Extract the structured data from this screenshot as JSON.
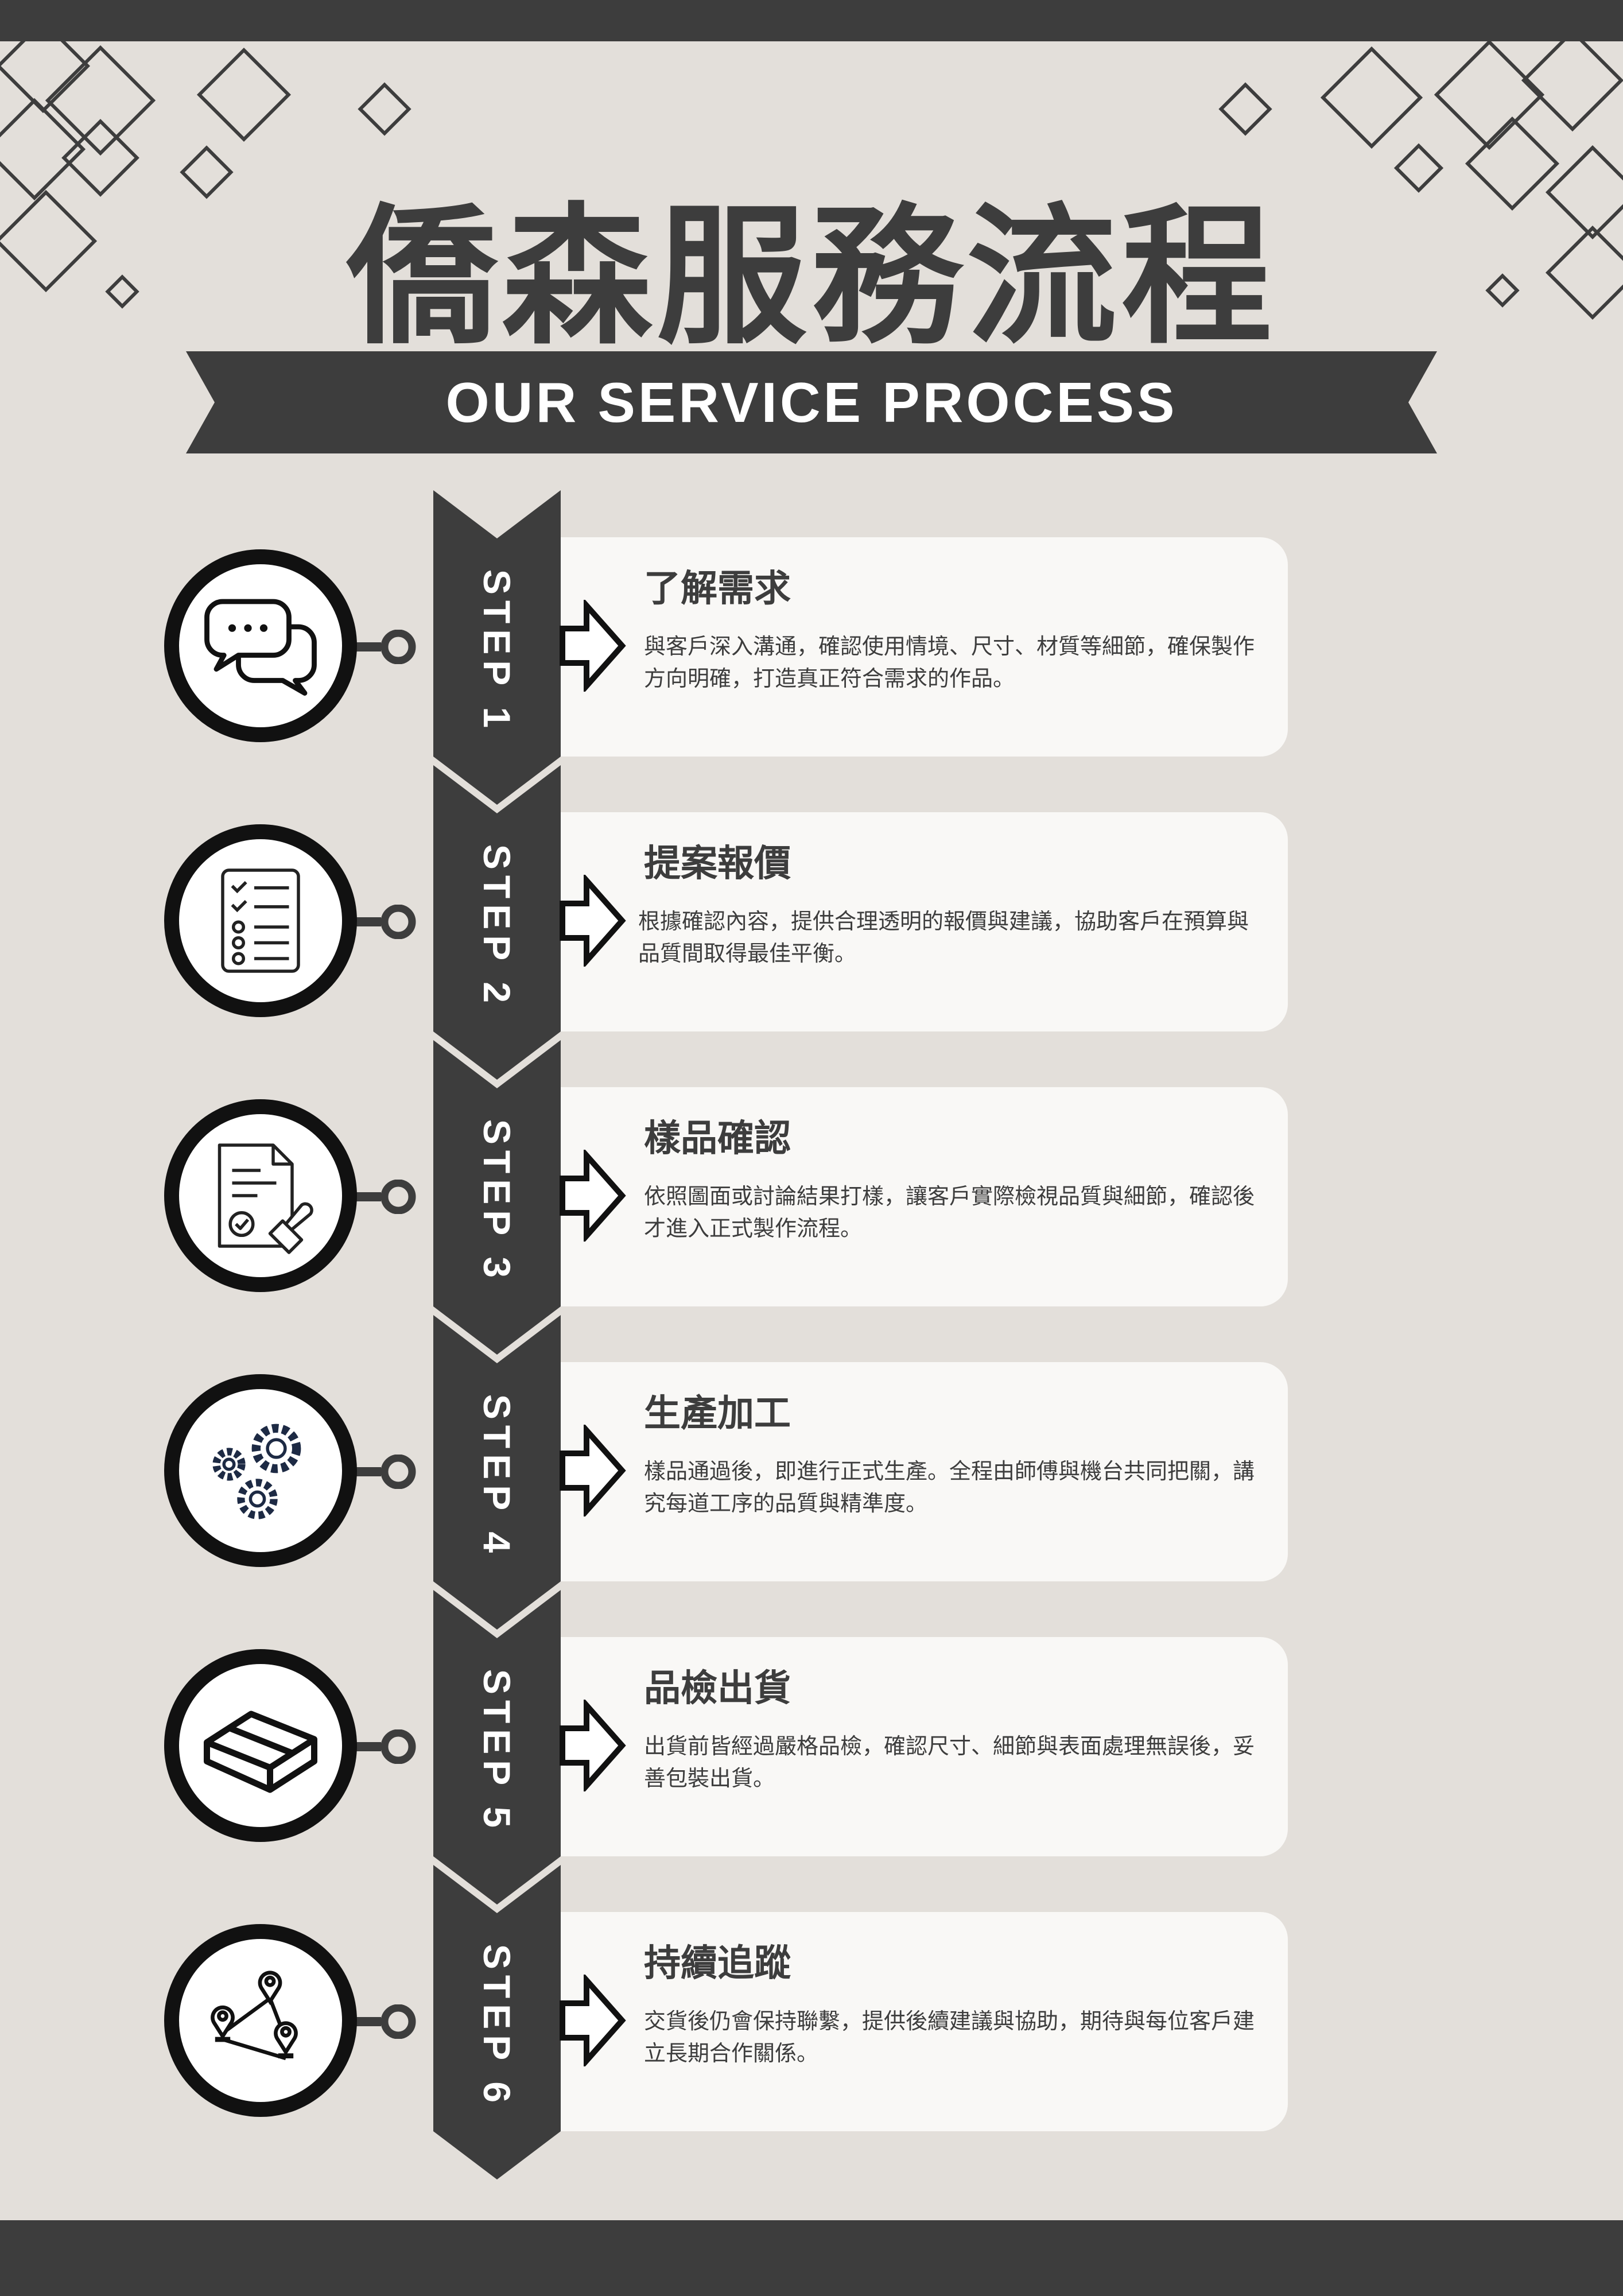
{
  "title": "僑森服務流程",
  "subtitle": "OUR SERVICE PROCESS",
  "colors": {
    "dark": "#3d3d3d",
    "background": "#e3dfda",
    "card": "#f9f8f6"
  },
  "steps": [
    {
      "label": "STEP 1",
      "title": "了解需求",
      "desc": "與客戶深入溝通，確認使用情境、尺寸、材質等細節，確保製作方向明確，打造真正符合需求的作品。",
      "icon": "chat-bubbles-icon"
    },
    {
      "label": "STEP 2",
      "title": "提案報價",
      "desc": "根據確認內容，提供合理透明的報價與建議，協助客戶在預算與品質間取得最佳平衡。",
      "icon": "checklist-icon"
    },
    {
      "label": "STEP 3",
      "title": "樣品確認",
      "desc": "依照圖面或討論結果打樣，讓客戶實際檢視品質與細節，確認後才進入正式製作流程。",
      "icon": "approved-document-icon"
    },
    {
      "label": "STEP 4",
      "title": "生產加工",
      "desc": "樣品通過後，即進行正式生產。全程由師傅與機台共同把關，講究每道工序的品質與精準度。",
      "icon": "gears-icon"
    },
    {
      "label": "STEP 5",
      "title": "品檢出貨",
      "desc": "出貨前皆經過嚴格品檢，確認尺寸、細節與表面處理無誤後，妥善包裝出貨。",
      "icon": "box-icon"
    },
    {
      "label": "STEP 6",
      "title": "持續追蹤",
      "desc": "交貨後仍會保持聯繫，提供後續建議與協助，期待與每位客戶建立長期合作關係。",
      "icon": "map-pins-icon"
    }
  ]
}
